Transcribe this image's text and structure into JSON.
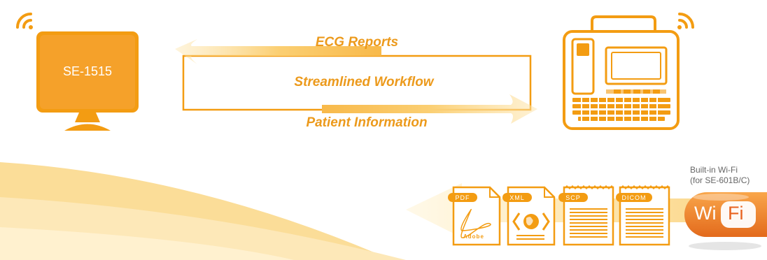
{
  "colors": {
    "primary": "#f39c12",
    "primary_dark": "#e8870c",
    "accent_light": "#fde9b8",
    "pale": "#fff6dc",
    "wifi_red": "#e85a2c",
    "caption_gray": "#666666"
  },
  "monitor": {
    "label": "SE-1515",
    "icon": "wifi-signal-icon"
  },
  "device": {
    "icon": "wifi-signal-icon"
  },
  "flow": {
    "top_label": "ECG Reports",
    "middle_label": "Streamlined Workflow",
    "bottom_label": "Patient Information"
  },
  "formats": [
    {
      "tag": "PDF",
      "icon": "adobe-pdf-icon",
      "sub": "Adobe"
    },
    {
      "tag": "XML",
      "icon": "xml-globe-icon"
    },
    {
      "tag": "SCP",
      "icon": "text-lines-icon"
    },
    {
      "tag": "DICOM",
      "icon": "text-lines-icon"
    }
  ],
  "wifi": {
    "caption_line1": "Built-in Wi-Fi",
    "caption_line2": "(for SE-601B/C)",
    "pill_left": "Wi",
    "pill_right": "Fi"
  }
}
